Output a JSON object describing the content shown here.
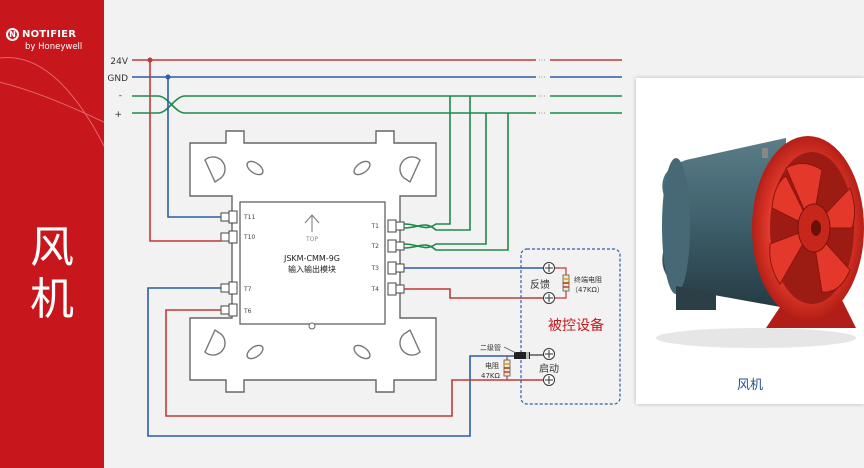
{
  "brand": {
    "name": "NOTIFIER",
    "sub": "by Honeywell",
    "color": "#c8161d"
  },
  "sidebar": {
    "title_line1": "风",
    "title_line2": "机"
  },
  "bus": {
    "v24": "24V",
    "gnd": "GND",
    "minus": "-",
    "plus": "+"
  },
  "module": {
    "model": "JSKM-CMM-9G",
    "name": "输入输出模块",
    "top_label": "TOP",
    "left_terminals": [
      "T11",
      "T10",
      "T7",
      "T6"
    ],
    "right_terminals": [
      "T1",
      "T2",
      "T3",
      "T4"
    ]
  },
  "device": {
    "title": "被控设备",
    "feedback": "反馈",
    "start": "启动",
    "eol_resistor": "终端电阻",
    "eol_value": "（47KΩ）",
    "diode": "二级管",
    "resistor": "电阻",
    "resistor_value": "47KΩ"
  },
  "photo": {
    "caption": "风机"
  },
  "colors": {
    "red": "#c0393b",
    "blue": "#2b5ea6",
    "green": "#1d8a4a",
    "accent_red": "#c8161d"
  }
}
